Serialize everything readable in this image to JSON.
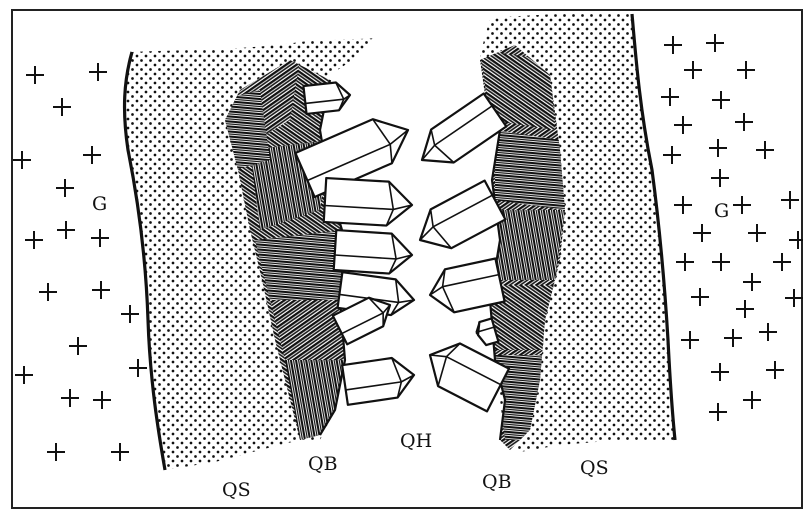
{
  "labels": {
    "granite_left": "G",
    "granite_right": "G",
    "sand_left": "QS",
    "sand_right": "QS",
    "banded_left": "QB",
    "banded_right": "QB",
    "crystals_center": "QH"
  },
  "colors": {
    "ink": "#111111",
    "paper": "#ffffff",
    "frame": "#222222"
  }
}
